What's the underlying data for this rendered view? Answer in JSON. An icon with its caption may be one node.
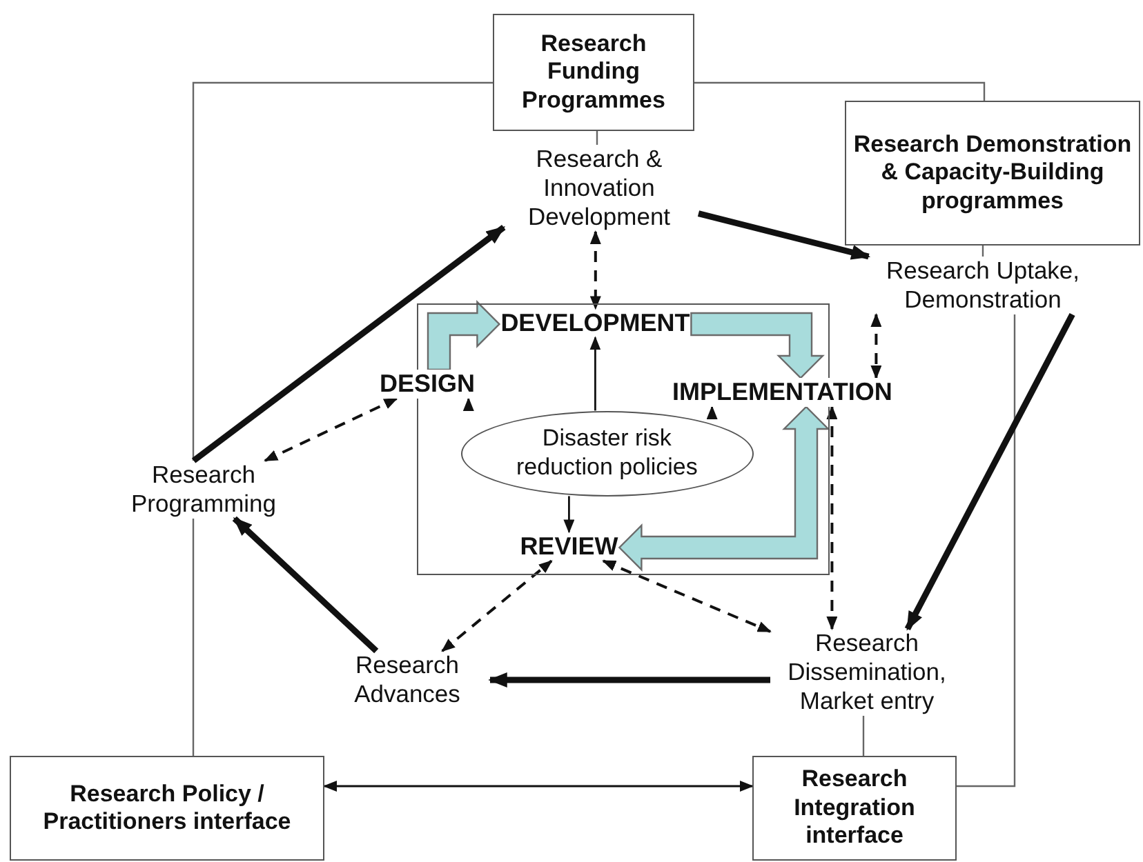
{
  "diagram": {
    "nodes": [
      {
        "text": [
          "Research Funding Programmes"
        ]
      },
      {
        "text": [
          "Research Demonstration & Capacity-Building programmes"
        ]
      },
      {
        "text": [
          "Research & Innovation Development"
        ]
      },
      {
        "text": [
          "Research Uptake, Demonstration"
        ]
      },
      {
        "text": [],
        "shape": "box"
      },
      {
        "text": [
          "DEVELOPMENT"
        ],
        "in": 4
      },
      {
        "text": [
          "DESIGN"
        ]
      },
      {
        "text": [
          "IMPLEMENTATION"
        ]
      },
      {
        "text": [
          "Disaster risk reduction policies"
        ],
        "in": 4
      },
      {
        "text": [
          "REVIEW"
        ],
        "in": 4
      },
      {
        "text": [
          "Research Programming"
        ]
      },
      {
        "text": [
          "Research Advances"
        ]
      },
      {
        "text": [
          "Research Dissemination, Market entry"
        ]
      },
      {
        "text": [
          "Research Policy / Practitioners interface"
        ]
      },
      {
        "text": [
          "Research Integration interface"
        ]
      }
    ],
    "edges": [
      {
        "from": 0,
        "to": 2,
        "arrow": "none"
      },
      {
        "from": 0,
        "to": 1,
        "arrow": "none"
      },
      {
        "from": 0,
        "to": 10,
        "arrow": "none"
      },
      {
        "from": 10,
        "to": 13,
        "arrow": "none"
      },
      {
        "from": 1,
        "to": 3,
        "arrow": "none"
      },
      {
        "from": 3,
        "to": 14,
        "arrow": "none"
      },
      {
        "from": 12,
        "to": 14,
        "arrow": "none"
      },
      {
        "from": 2,
        "to": 3,
        "arrow": "to",
        "style": "thick"
      },
      {
        "from": 10,
        "to": 2,
        "arrow": "to",
        "style": "thick"
      },
      {
        "from": 3,
        "to": 12,
        "arrow": "to",
        "style": "thick"
      },
      {
        "from": 11,
        "to": 10,
        "arrow": "to",
        "style": "thick"
      },
      {
        "from": 12,
        "to": 11,
        "arrow": "to",
        "style": "thick"
      },
      {
        "from": 13,
        "to": 14,
        "arrow": "both"
      },
      {
        "from": 2,
        "to": 5,
        "arrow": "both",
        "style": "dashed"
      },
      {
        "from": 10,
        "to": 6,
        "arrow": "both",
        "style": "dashed"
      },
      {
        "from": 3,
        "to": 7,
        "arrow": "both",
        "style": "dashed"
      },
      {
        "from": 7,
        "to": 12,
        "arrow": "both",
        "style": "dashed"
      },
      {
        "from": 11,
        "to": 9,
        "arrow": "both",
        "style": "dashed"
      },
      {
        "from": 9,
        "to": 12,
        "arrow": "both",
        "style": "dashed"
      },
      {
        "from": 8,
        "to": 5,
        "arrow": "to"
      },
      {
        "from": 8,
        "to": 6,
        "arrow": "to"
      },
      {
        "from": 8,
        "to": 7,
        "arrow": "to"
      },
      {
        "from": 8,
        "to": 9,
        "arrow": "to"
      },
      {
        "from": 6,
        "to": 5,
        "arrow": "to",
        "style": "thick",
        "color": "#a8dcdc"
      },
      {
        "from": 5,
        "to": 7,
        "arrow": "to",
        "style": "thick",
        "color": "#a8dcdc"
      },
      {
        "from": 9,
        "to": 7,
        "arrow": "both",
        "style": "thick",
        "color": "#a8dcdc"
      }
    ]
  }
}
